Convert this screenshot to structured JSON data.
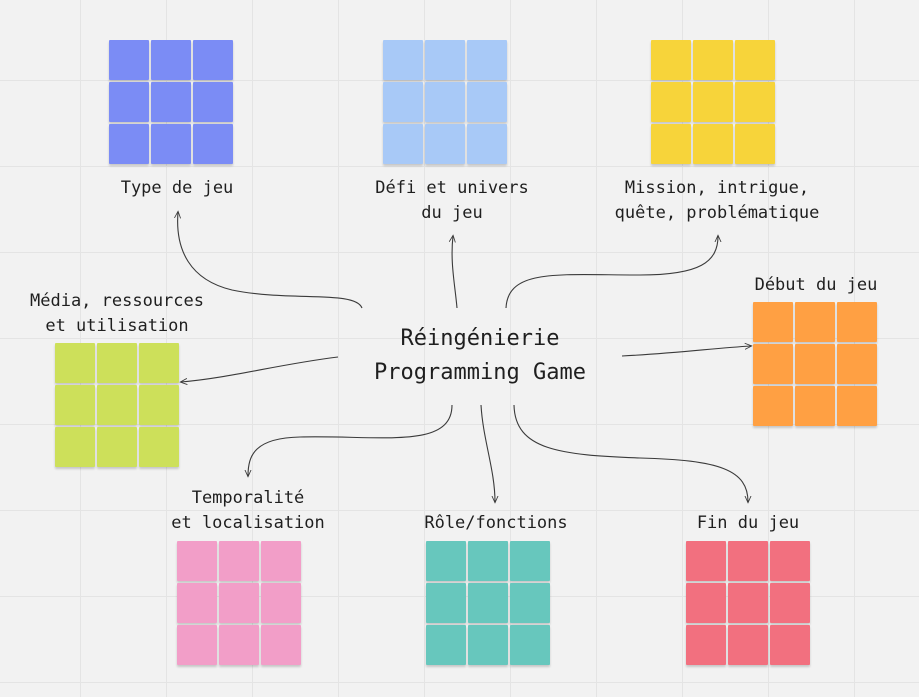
{
  "center": {
    "line1": "Réingénierie",
    "line2": "Programming Game"
  },
  "groups": [
    {
      "id": "type",
      "label_lines": [
        "Type de jeu"
      ],
      "color": "#7b8cf5"
    },
    {
      "id": "defi",
      "label_lines": [
        "Défi et univers",
        "du jeu"
      ],
      "color": "#a8c9f7"
    },
    {
      "id": "mission",
      "label_lines": [
        "Mission, intrigue,",
        "quête, problématique"
      ],
      "color": "#f7d43a"
    },
    {
      "id": "debut",
      "label_lines": [
        "Début du jeu"
      ],
      "color": "#ffa043"
    },
    {
      "id": "media",
      "label_lines": [
        "Média, ressources",
        "et utilisation"
      ],
      "color": "#cde05a"
    },
    {
      "id": "temporalite",
      "label_lines": [
        "Temporalité",
        "et localisation"
      ],
      "color": "#f29ec8"
    },
    {
      "id": "role",
      "label_lines": [
        "Rôle/fonctions"
      ],
      "color": "#67c7bd"
    },
    {
      "id": "fin",
      "label_lines": [
        "Fin du jeu"
      ],
      "color": "#f2707f"
    }
  ]
}
